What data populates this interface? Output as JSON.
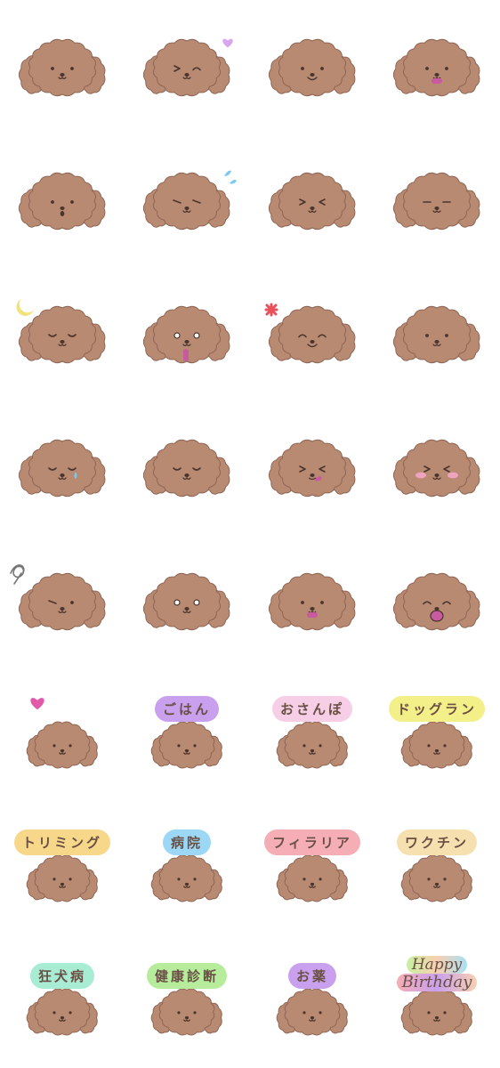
{
  "colors": {
    "fur": "#b98a72",
    "fur_outline": "#8f6655",
    "line": "#4a342c",
    "heart": "#e05aa8",
    "heart_light": "#d8a6ee",
    "drop": "#7cc9ef",
    "moon": "#f3e27c",
    "anger": "#e8505c",
    "tongue": "#c85aa0",
    "blush": "#f4a6c8"
  },
  "stickers": [
    {
      "face": "neutral"
    },
    {
      "face": "wink",
      "deco": "heart-small-icon"
    },
    {
      "face": "smile"
    },
    {
      "face": "tongue-out"
    },
    {
      "face": "surprised"
    },
    {
      "face": "worried",
      "deco": "sweat-drop-icon"
    },
    {
      "face": "squint"
    },
    {
      "face": "calm"
    },
    {
      "face": "sleepy",
      "deco": "moon-icon"
    },
    {
      "face": "shocked",
      "deco": "drool-icon"
    },
    {
      "face": "happy",
      "deco": "anger-mark-icon"
    },
    {
      "face": "blank"
    },
    {
      "face": "crying"
    },
    {
      "face": "content"
    },
    {
      "face": "licking"
    },
    {
      "face": "blushing"
    },
    {
      "face": "gloomy",
      "deco": "scribble-icon"
    },
    {
      "face": "teary"
    },
    {
      "face": "pleased-tongue"
    },
    {
      "face": "yawning"
    },
    {
      "face": "small",
      "deco": "heart-icon"
    },
    {
      "face": "small",
      "label": "ごはん",
      "label_bg": "#c9a0ee"
    },
    {
      "face": "small",
      "label": "おさんぽ",
      "label_bg": "#f6cfe6"
    },
    {
      "face": "small",
      "label": "ドッグラン",
      "label_bg": "#f3f08a"
    },
    {
      "face": "small",
      "label": "トリミング",
      "label_bg": "#f7d88a"
    },
    {
      "face": "small",
      "label": "病院",
      "label_bg": "#9cd8f5"
    },
    {
      "face": "small",
      "label": "フィラリア",
      "label_bg": "#f5aeb6"
    },
    {
      "face": "small",
      "label": "ワクチン",
      "label_bg": "#f7e0b0"
    },
    {
      "face": "small",
      "label": "狂犬病",
      "label_bg": "#a8ecd4"
    },
    {
      "face": "small",
      "label": "健康診断",
      "label_bg": "#b6ec9c"
    },
    {
      "face": "small",
      "label": "お薬",
      "label_bg": "#c8a0ee"
    },
    {
      "face": "small",
      "label_line1": "Happy",
      "label_line2": "Birthday",
      "label_bg": "#f7d0b0"
    }
  ]
}
